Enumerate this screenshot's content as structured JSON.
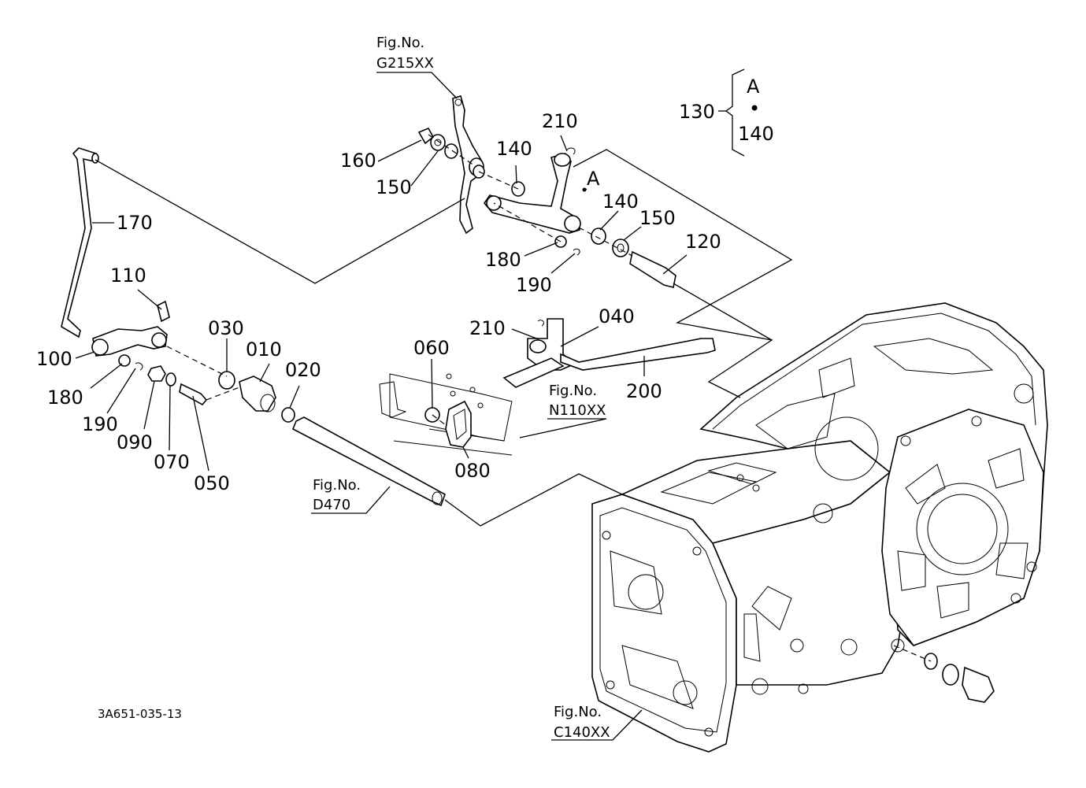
{
  "drawing_code": "3A651-035-13",
  "group_note": {
    "number": "130",
    "letter": "A",
    "dot": "•",
    "number2": "140"
  },
  "part_labels": [
    {
      "id": "p010",
      "text": "010"
    },
    {
      "id": "p020",
      "text": "020"
    },
    {
      "id": "p030",
      "text": "030"
    },
    {
      "id": "p040",
      "text": "040"
    },
    {
      "id": "p050",
      "text": "050"
    },
    {
      "id": "p060",
      "text": "060"
    },
    {
      "id": "p070",
      "text": "070"
    },
    {
      "id": "p080",
      "text": "080"
    },
    {
      "id": "p090",
      "text": "090"
    },
    {
      "id": "p100",
      "text": "100"
    },
    {
      "id": "p110",
      "text": "110"
    },
    {
      "id": "p120",
      "text": "120"
    },
    {
      "id": "p140a",
      "text": "140"
    },
    {
      "id": "p140b",
      "text": "140"
    },
    {
      "id": "p150a",
      "text": "150"
    },
    {
      "id": "p150b",
      "text": "150"
    },
    {
      "id": "p160",
      "text": "160"
    },
    {
      "id": "p170",
      "text": "170"
    },
    {
      "id": "p180a",
      "text": "180"
    },
    {
      "id": "p180b",
      "text": "180"
    },
    {
      "id": "p190a",
      "text": "190"
    },
    {
      "id": "p190b",
      "text": "190"
    },
    {
      "id": "p200",
      "text": "200"
    },
    {
      "id": "p210a",
      "text": "210"
    },
    {
      "id": "p210b",
      "text": "210"
    },
    {
      "id": "pA",
      "text": "A"
    }
  ],
  "figure_refs": [
    {
      "id": "g215",
      "line1": "Fig.No.",
      "line2": "G215XX"
    },
    {
      "id": "n110",
      "line1": "Fig.No.",
      "line2": "N110XX"
    },
    {
      "id": "d470",
      "line1": "Fig.No.",
      "line2": "D470"
    },
    {
      "id": "c140",
      "line1": "Fig.No.",
      "line2": "C140XX"
    }
  ]
}
